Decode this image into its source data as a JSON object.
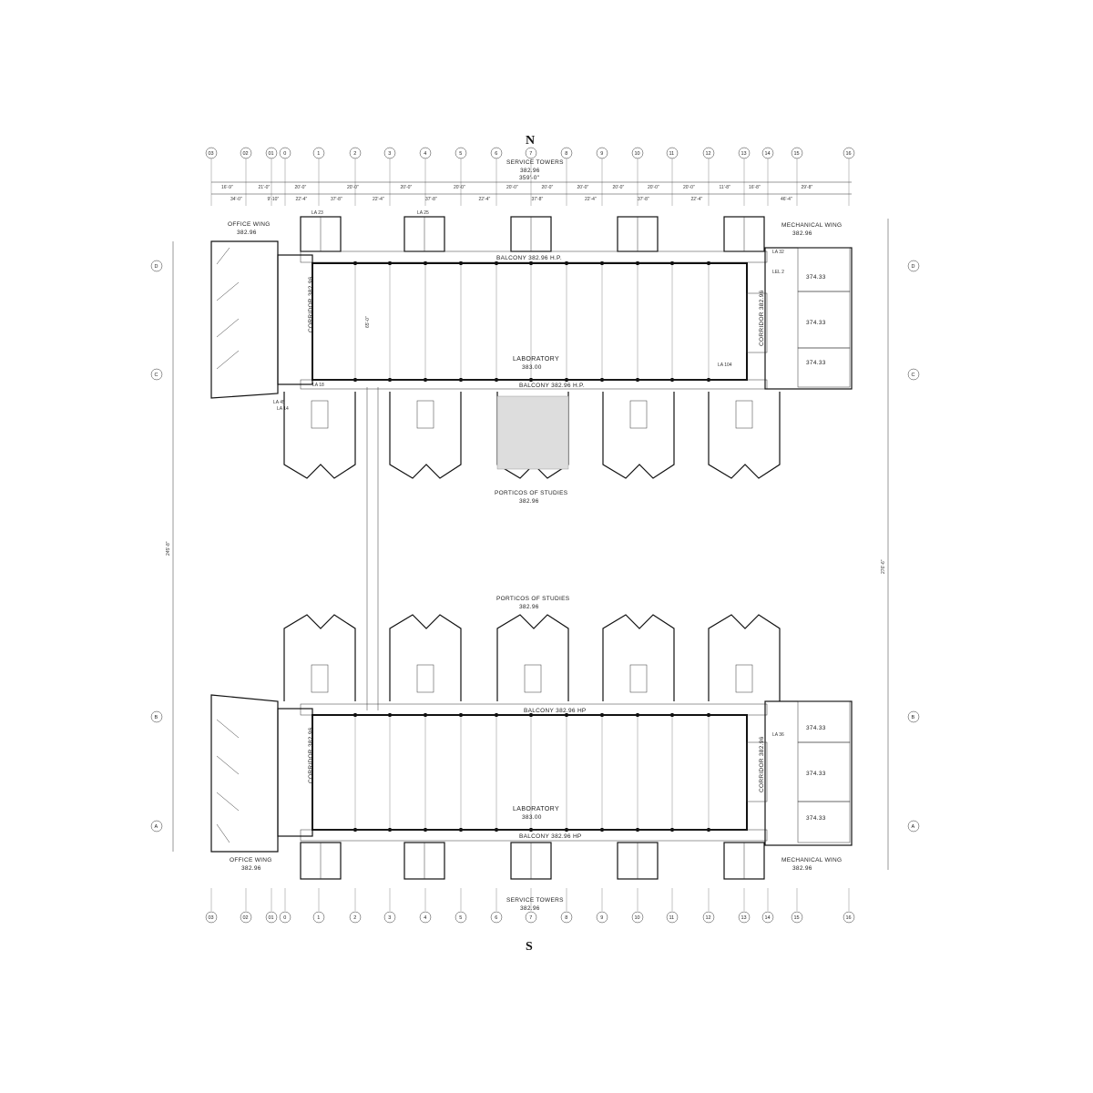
{
  "compass": {
    "north": "N",
    "south": "S"
  },
  "column_labels": [
    "03",
    "02",
    "01",
    "0",
    "1",
    "2",
    "3",
    "4",
    "5",
    "6",
    "7",
    "8",
    "9",
    "10",
    "11",
    "12",
    "13",
    "14",
    "15",
    "16"
  ],
  "north_building": {
    "row_labels": [
      "D",
      "C"
    ],
    "service_towers": {
      "name": "SERVICE TOWERS",
      "level": "382.96",
      "width": "359'-0\""
    },
    "office_wing": {
      "name": "OFFICE WING",
      "level": "382.96"
    },
    "mechanical_wing": {
      "name": "MECHANICAL WING",
      "level": "382.96"
    },
    "laboratory": {
      "name": "LABORATORY",
      "level": "383.00"
    },
    "balcony_north": "BALCONY 382.96 H.P.",
    "balcony_south": "BALCONY 382.96 H.P.",
    "corridor_west": "CORRIDOR 382.96",
    "corridor_east": "CORRIDOR 382.96",
    "porticos": {
      "name": "PORTICOS OF STUDIES",
      "level": "382.96"
    },
    "room_levels": [
      "374.33",
      "374.33",
      "374.33"
    ]
  },
  "south_building": {
    "row_labels": [
      "B",
      "A"
    ],
    "service_towers": {
      "name": "SERVICE TOWERS",
      "level": "382.96"
    },
    "office_wing": {
      "name": "OFFICE WING",
      "level": "382.96"
    },
    "mechanical_wing": {
      "name": "MECHANICAL WING",
      "level": "382.96"
    },
    "laboratory": {
      "name": "LABORATORY",
      "level": "383.00"
    },
    "balcony_north": "BALCONY 382.96 HP",
    "balcony_south": "BALCONY 382.96 HP",
    "corridor_west": "CORRIDOR 382.96",
    "corridor_east": "CORRIDOR 382.96",
    "porticos": {
      "name": "PORTICOS OF STUDIES",
      "level": "382.96"
    },
    "room_levels": [
      "374.33",
      "374.33",
      "374.33"
    ]
  },
  "dimensions": {
    "bay": [
      "16'-9\"",
      "21'-0\"",
      "20'-0\"",
      "20'-0\"",
      "20'-0\"",
      "20'-0\"",
      "20'-0\"",
      "20'-0\"",
      "20'-0\"",
      "20'-0\"",
      "20'-0\"",
      "20'-0\"",
      "11'-8\"",
      "16'-8\"",
      "29'-8\""
    ],
    "sub": [
      "34'-0\"",
      "9'-10\"",
      "22'-4\"",
      "37'-8\"",
      "22'-4\"",
      "37'-8\"",
      "22'-4\"",
      "37'-8\"",
      "22'-4\"",
      "37'-8\"",
      "22'-4\"",
      "46'-4\""
    ],
    "lab_depth": "65'-0\"",
    "overall_ns_left": "245'-8\"",
    "overall_ns_right": "276'-6\""
  },
  "room_tags": [
    "LA 23",
    "LA 25",
    "LA 32",
    "LA 45",
    "LA 14",
    "LA 104",
    "LA 36",
    "LEL 2",
    "LA 18"
  ]
}
